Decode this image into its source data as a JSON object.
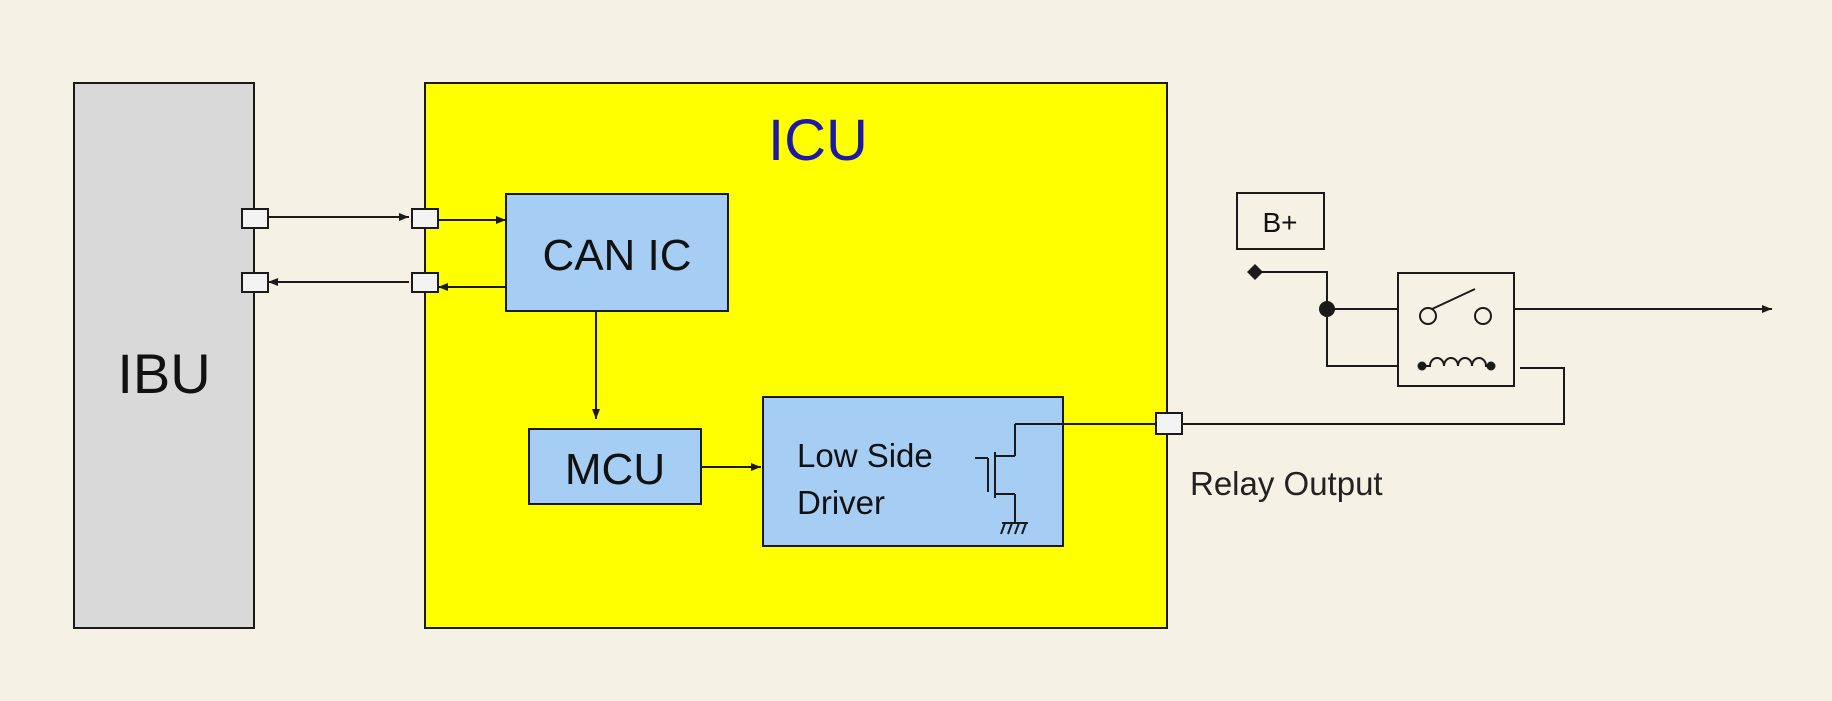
{
  "diagram": {
    "ibu": {
      "label": "IBU"
    },
    "icu": {
      "label": "ICU"
    },
    "can_ic": {
      "label": "CAN IC"
    },
    "mcu": {
      "label": "MCU"
    },
    "low_side_driver": {
      "line1": "Low Side",
      "line2": "Driver"
    },
    "battery": {
      "label": "B+"
    },
    "relay_output": {
      "label": "Relay Output"
    }
  },
  "colors": {
    "background": "#f5f1e4",
    "ibu_fill": "#d9d9d9",
    "icu_fill": "#ffff00",
    "icu_title": "#1a1aa6",
    "block_fill": "#a6cdf4",
    "connector_fill": "#f3f3f3",
    "stroke": "#1a1a1a"
  },
  "icons": {
    "driver_transistor": "n-mosfet-icon",
    "ground": "ground-icon",
    "relay_switch": "switch-icon",
    "relay_coil": "coil-icon"
  }
}
